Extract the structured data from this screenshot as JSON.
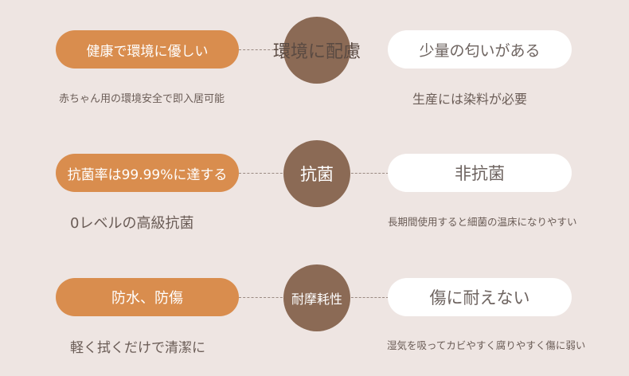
{
  "rows": [
    {
      "feature": "環境に配慮",
      "ours": "健康で環境に優しい",
      "ours_note": "赤ちゃん用の環境安全で即入居可能",
      "theirs": "少量の匂いがある",
      "theirs_note": "生産には染料が必要"
    },
    {
      "feature": "抗菌",
      "ours": "抗菌率は99.99%に達する",
      "ours_note": "0レベルの高級抗菌",
      "theirs": "非抗菌",
      "theirs_note": "長期間使用すると細菌の温床になりやすい"
    },
    {
      "feature": "耐摩耗性",
      "ours": "防水、防傷",
      "ours_note": "軽く拭くだけで清潔に",
      "theirs": "傷に耐えない",
      "theirs_note": "湿気を吸ってカビやすく腐りやすく傷に弱い"
    }
  ],
  "colors": {
    "accent": "#d98d4e",
    "circle": "#8b6a55",
    "background": "#eee5e2"
  }
}
